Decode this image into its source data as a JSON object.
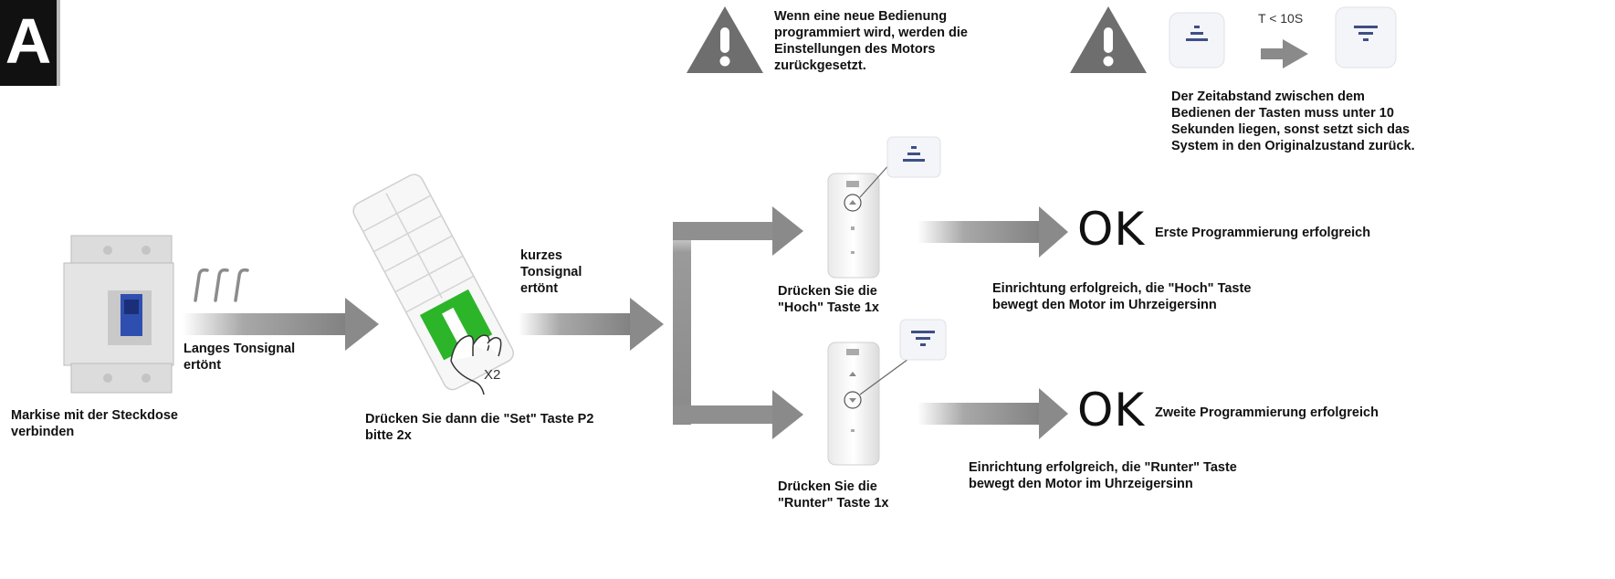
{
  "corner_logo": "A",
  "warnings": {
    "reset_warning": "Wenn eine neue Bedienung\nprogrammiert wird, werden die\nEinstellungen des Motors\nzurückgesetzt.",
    "timing_label": "T < 10S",
    "timing_warning": "Der Zeitabstand zwischen dem\nBedienen der Tasten muss unter 10\nSekunden liegen, sonst setzt sich das\nSystem in den Originalzustand zurück."
  },
  "steps": {
    "connect_label": "Markise mit der Steckdose\nverbinden",
    "long_tone": "Langes Tonsignal\nertönt",
    "set_press": "Drücken Sie dann die \"Set\" Taste P2\nbitte 2x",
    "x2": "X2",
    "short_tone": "kurzes\nTonsignal\nertönt",
    "up_press": "Drücken Sie die\n\"Hoch\" Taste 1x",
    "down_press": "Drücken Sie die\n\"Runter\" Taste 1x",
    "ok_symbol": "OK",
    "first_result": "Erste Programmierung erfolgreich",
    "second_result": "Zweite Programmierung erfolgreich",
    "up_desc": "Einrichtung erfolgreich, die \"Hoch\" Taste\nbewegt den Motor im Uhrzeigersinn",
    "down_desc": "Einrichtung erfolgreich, die \"Runter\" Taste\nbewegt den Motor im Uhrzeigersinn"
  },
  "icons": [
    "warning-triangle-icon",
    "music-notes-icon",
    "arrow-right-icon",
    "up-button-icon",
    "down-button-icon",
    "circuit-breaker-icon",
    "remote-control-icon",
    "hand-icon"
  ],
  "colors": {
    "arrow": "#8f8f8f",
    "triangle": "#6e6e6e",
    "green": "#2db52a",
    "button_blue": "#3e4f86"
  }
}
